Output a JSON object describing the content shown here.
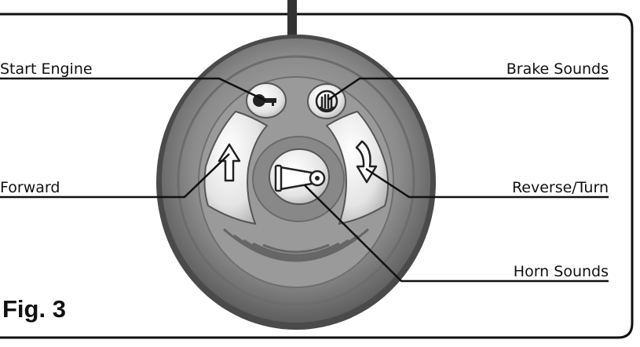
{
  "figure": {
    "caption": "Fig. 3",
    "labels": {
      "start_engine": "Start Engine",
      "brake_sounds": "Brake Sounds",
      "forward": "Forward",
      "reverse_turn": "Reverse/Turn",
      "horn_sounds": "Horn Sounds"
    },
    "buttons": [
      {
        "name": "start-engine-button",
        "icon": "key-icon"
      },
      {
        "name": "brake-sounds-button",
        "icon": "hand-stop-icon"
      },
      {
        "name": "forward-button",
        "icon": "arrow-up-icon"
      },
      {
        "name": "reverse-turn-button",
        "icon": "arrow-down-turn-icon"
      },
      {
        "name": "horn-sounds-button",
        "icon": "horn-icon"
      }
    ]
  }
}
